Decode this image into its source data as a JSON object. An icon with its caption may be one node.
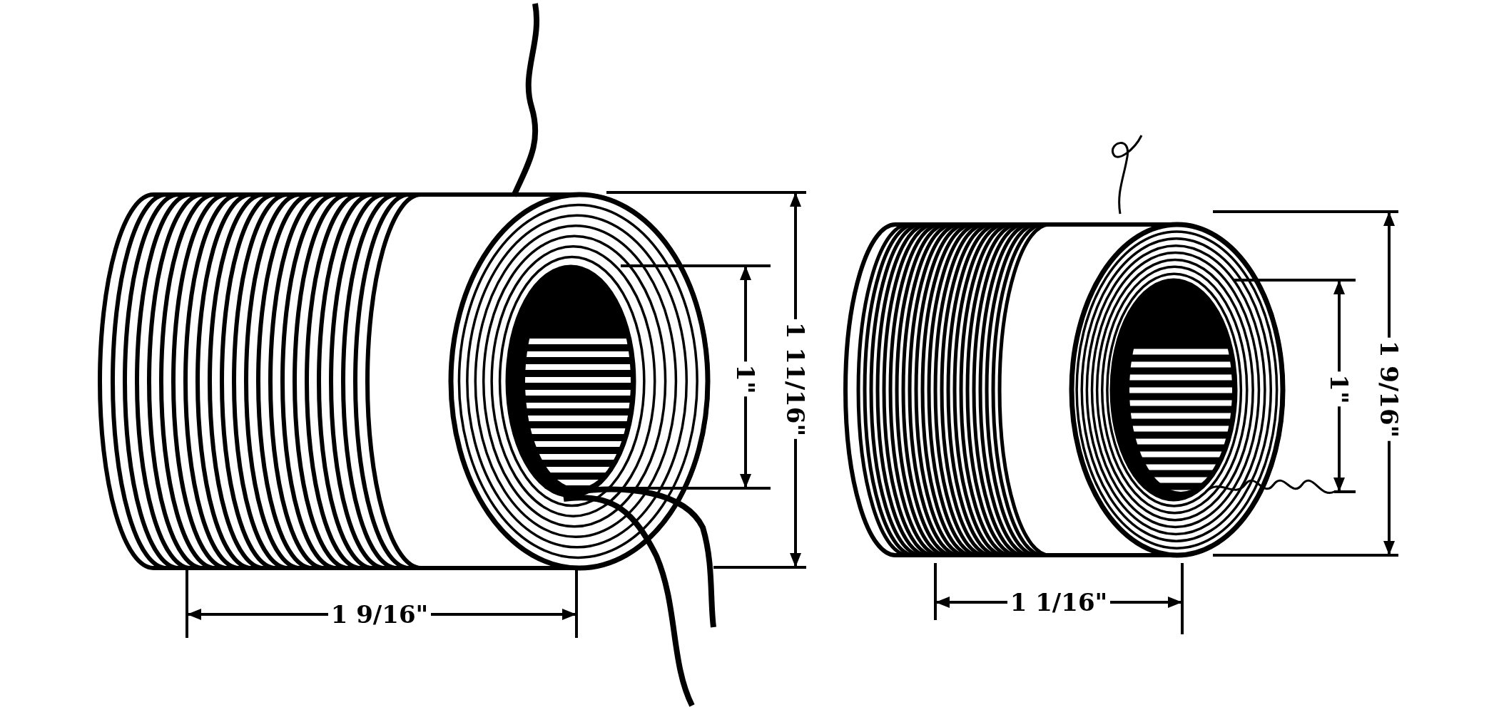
{
  "diagram": {
    "labels": [
      "1 9/16\"",
      "1\"",
      "1 11/16\"",
      "1\"",
      "1 9/16\"",
      "1 1/16\""
    ]
  }
}
